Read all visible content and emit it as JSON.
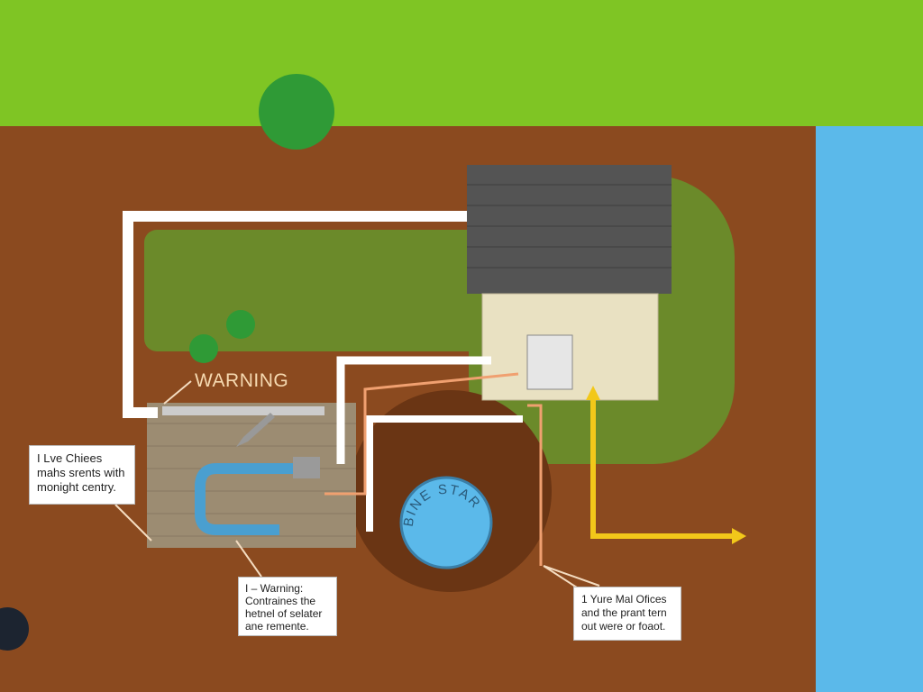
{
  "warning_title": "WARNING",
  "tank_label": "BINE STAR",
  "callouts": [
    {
      "lines": [
        "I Lve Chiees",
        "mahs srents with",
        "monight centry."
      ]
    },
    {
      "lines": [
        "I – Warning:",
        "Contraines the",
        "hetnel of selater",
        "ane remente."
      ]
    },
    {
      "lines": [
        "1 Yure Mal Ofices",
        "and the prant tern",
        "out were or foaot."
      ]
    }
  ],
  "colors": {
    "grass": "#7fc524",
    "soil": "#8b4a1f",
    "water": "#5bb9ea",
    "lawn": "#6b8a2a",
    "roof": "#545454",
    "house": "#e9e1c2",
    "yellow_arrow": "#f2c81a",
    "orange_pipe": "#f0a070"
  }
}
